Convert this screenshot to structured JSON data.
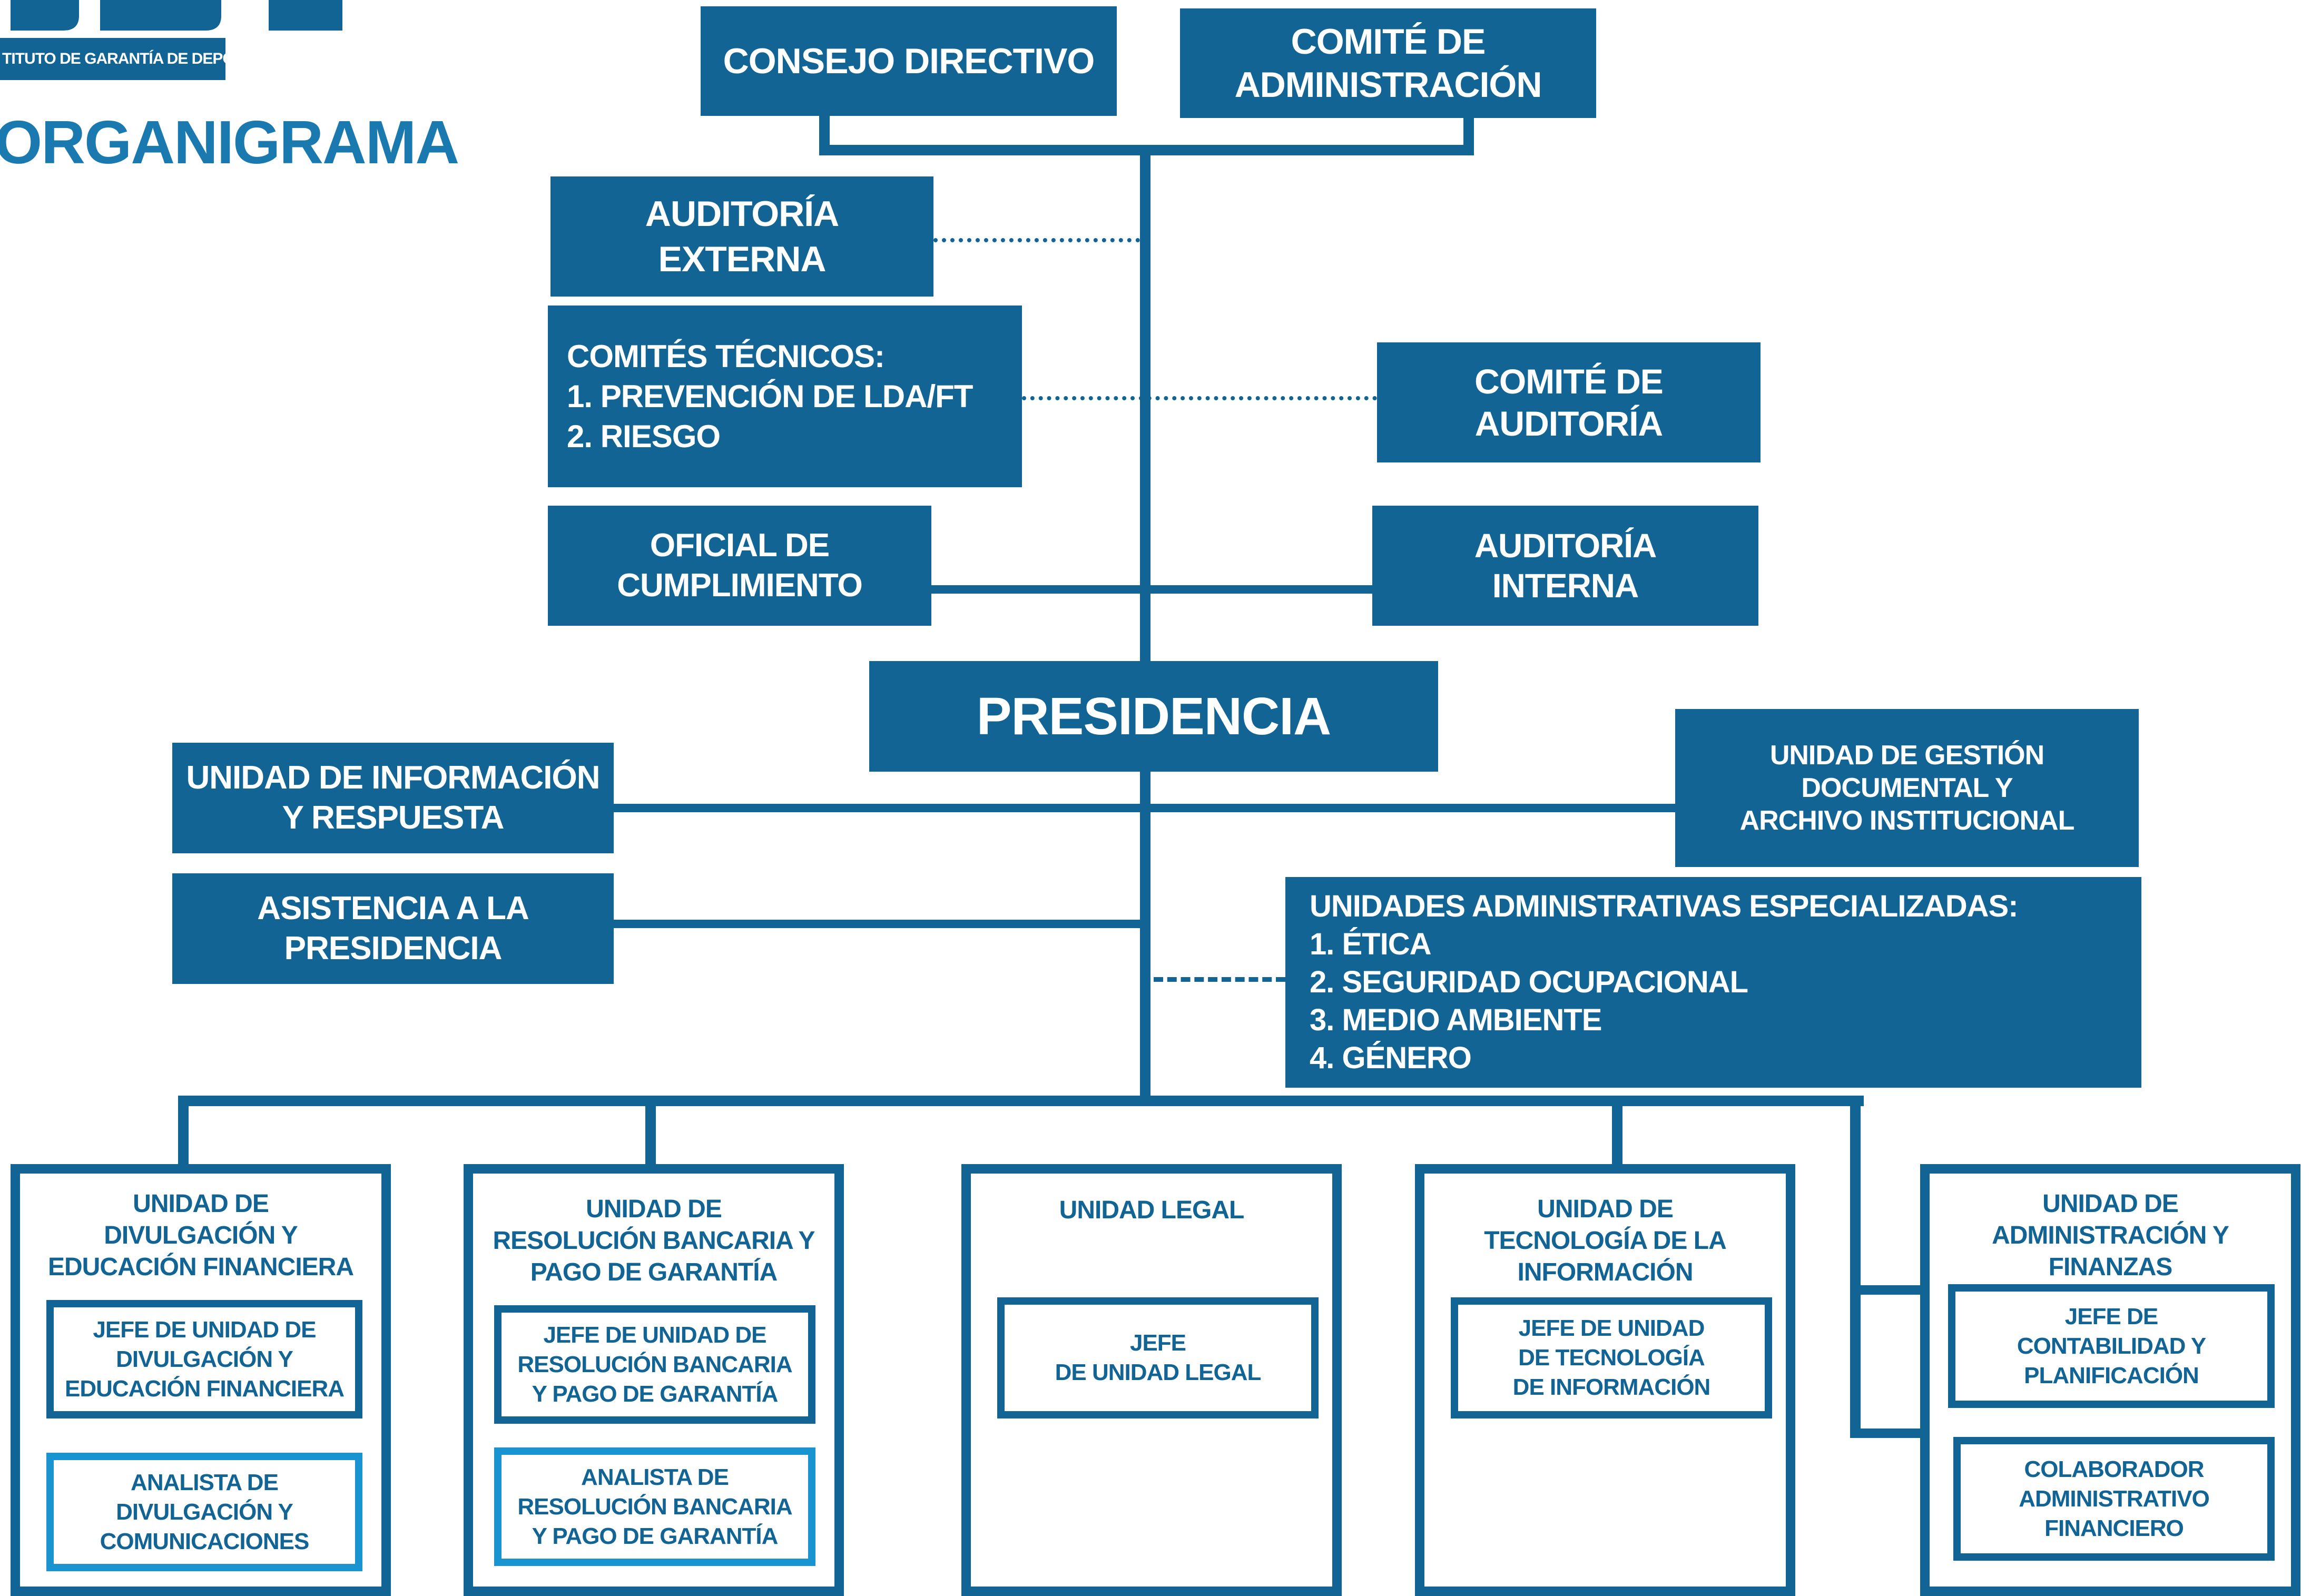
{
  "header": {
    "logo_caption": "TITUTO DE GARANTÍA DE DEPÓSITOS",
    "title": "ORGANIGRAMA"
  },
  "top": {
    "consejo": "CONSEJO DIRECTIVO",
    "comite_admin": [
      "COMITÉ DE",
      "ADMINISTRACIÓN"
    ]
  },
  "staff": {
    "auditoria_externa": [
      "AUDITORÍA",
      "EXTERNA"
    ],
    "comites_tecnicos": [
      "COMITÉS TÉCNICOS:",
      "1. PREVENCIÓN DE LDA/FT",
      "2. RIESGO"
    ],
    "comite_auditoria": [
      "COMITÉ DE",
      "AUDITORÍA"
    ],
    "oficial_cumplimiento": [
      "OFICIAL DE",
      "CUMPLIMIENTO"
    ],
    "auditoria_interna": [
      "AUDITORÍA",
      "INTERNA"
    ]
  },
  "presidencia": "PRESIDENCIA",
  "support": {
    "informacion": [
      "UNIDAD DE INFORMACIÓN",
      "Y RESPUESTA"
    ],
    "asistencia": [
      "ASISTENCIA A LA",
      "PRESIDENCIA"
    ],
    "gestion_documental": [
      "UNIDAD DE GESTIÓN",
      "DOCUMENTAL Y",
      "ARCHIVO INSTITUCIONAL"
    ],
    "especializadas": [
      "UNIDADES ADMINISTRATIVAS ESPECIALIZADAS:",
      "1.  ÉTICA",
      "2. SEGURIDAD OCUPACIONAL",
      "3. MEDIO AMBIENTE",
      "4. GÉNERO"
    ]
  },
  "units": [
    {
      "title": [
        "UNIDAD DE",
        "DIVULGACIÓN Y",
        "EDUCACIÓN FINANCIERA"
      ],
      "positions": [
        [
          "JEFE DE UNIDAD DE",
          "DIVULGACIÓN Y",
          "EDUCACIÓN FINANCIERA"
        ],
        [
          "ANALISTA DE",
          "DIVULGACIÓN Y",
          "COMUNICACIONES"
        ]
      ]
    },
    {
      "title": [
        "UNIDAD DE",
        "RESOLUCIÓN BANCARIA Y",
        "PAGO DE GARANTÍA"
      ],
      "positions": [
        [
          "JEFE DE UNIDAD DE",
          "RESOLUCIÓN BANCARIA",
          "Y PAGO DE GARANTÍA"
        ],
        [
          "ANALISTA DE",
          "RESOLUCIÓN BANCARIA",
          "Y PAGO DE GARANTÍA"
        ]
      ]
    },
    {
      "title": [
        "UNIDAD LEGAL"
      ],
      "positions": [
        [
          "JEFE",
          "DE UNIDAD LEGAL"
        ]
      ]
    },
    {
      "title": [
        "UNIDAD DE",
        "TECNOLOGÍA  DE LA",
        "INFORMACIÓN"
      ],
      "positions": [
        [
          "JEFE DE UNIDAD",
          "DE TECNOLOGÍA",
          "DE INFORMACIÓN"
        ]
      ]
    },
    {
      "title": [
        "UNIDAD DE",
        "ADMINISTRACIÓN Y",
        "FINANZAS"
      ],
      "positions": [
        [
          "JEFE DE",
          "CONTABILIDAD Y",
          "PLANIFICACIÓN"
        ],
        [
          "COLABORADOR",
          "ADMINISTRATIVO",
          "FINANCIERO"
        ]
      ]
    }
  ]
}
